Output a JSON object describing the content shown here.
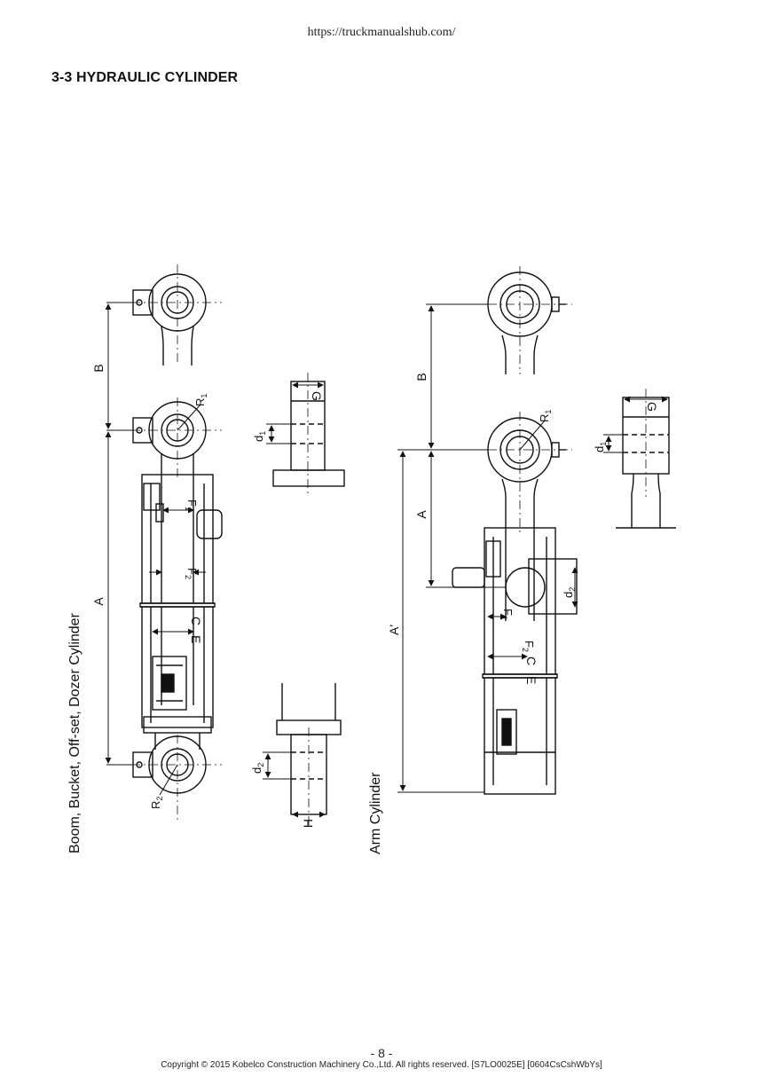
{
  "header": {
    "url": "https://truckmanualshub.com/"
  },
  "section": {
    "title": "3-3  HYDRAULIC CYLINDER"
  },
  "figure": {
    "left_caption": "Boom, Bucket, Off-set, Dozer Cylinder",
    "right_caption": "Arm Cylinder",
    "dim_labels": {
      "A": "A",
      "A_prime": "A'",
      "B": "B",
      "C": "C",
      "E": "E",
      "F1": "F",
      "F2": "F",
      "G": "G",
      "H": "H",
      "d1": "d",
      "d2": "d",
      "R1": "R",
      "R2": "R",
      "sub1": "1",
      "sub2": "2"
    }
  },
  "footer": {
    "page": "- 8 -",
    "copyright": "Copyright © 2015 Kobelco Construction Machinery Co.,Ltd. All rights reserved. [S7LO0025E]  [0604CsCshWbYs]"
  }
}
